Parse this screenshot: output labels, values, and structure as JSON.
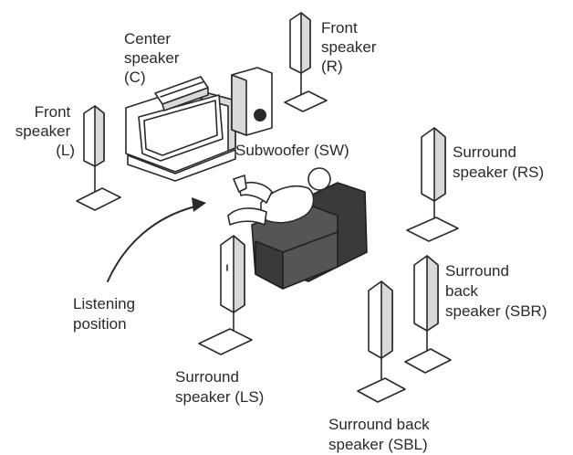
{
  "labels": {
    "center": [
      "Center",
      "speaker",
      "(C)"
    ],
    "front_r": [
      "Front",
      "speaker",
      "(R)"
    ],
    "front_l": [
      "Front",
      "speaker",
      "(L)"
    ],
    "subwoofer": [
      "Subwoofer (SW)"
    ],
    "surround_rs": [
      "Surround",
      "speaker (RS)"
    ],
    "surround_back_sbr": [
      "Surround",
      "back",
      "speaker (SBR)"
    ],
    "listening": [
      "Listening",
      "position"
    ],
    "surround_ls": [
      "Surround",
      "speaker (LS)"
    ],
    "surround_back_sbl": [
      "Surround back",
      "speaker (SBL)"
    ]
  },
  "colors": {
    "line": "#2a2a2a",
    "chair": "#3a3a3a",
    "side_panel": "#d9d9d9"
  },
  "icons": {
    "speaker": "tall-floor-speaker-icon",
    "tv": "crt-television-icon",
    "subwoofer": "subwoofer-box-icon",
    "person": "reclining-listener-icon",
    "chair": "armchair-icon",
    "arrow": "curved-arrow-icon"
  }
}
